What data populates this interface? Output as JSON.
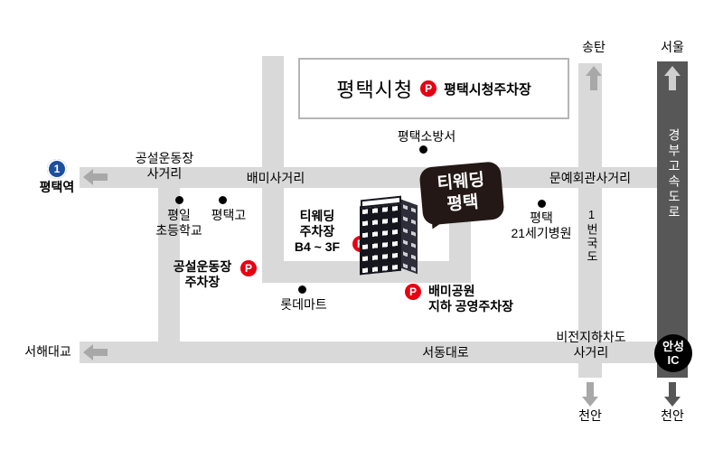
{
  "badges": {
    "p": "P"
  },
  "city_hall": {
    "name": "평택시청",
    "parking": "평택시청주차장"
  },
  "venue": {
    "bubble_line1": "티웨딩",
    "bubble_line2": "평택"
  },
  "parking": {
    "venue": {
      "line1": "티웨딩",
      "line2": "주차장",
      "line3": "B4 ~ 3F"
    },
    "stadium": {
      "line1": "공설운동장",
      "line2": "주차장"
    },
    "baemi": {
      "line1": "배미공원",
      "line2": "지하 공영주차장"
    }
  },
  "places": {
    "fire_station": "평택소방서",
    "elementary_line1": "평일",
    "elementary_line2": "초등학교",
    "highschool": "평택고",
    "hospital_line1": "평택",
    "hospital_line2": "21세기병원",
    "lotte_mart": "롯데마트"
  },
  "intersections": {
    "stadium_line1": "공설운동장",
    "stadium_line2": "사거리",
    "baemi": "배미사거리",
    "culture": "문예회관사거리",
    "vision_line1": "비전지하차도",
    "vision_line2": "사거리"
  },
  "roads": {
    "route1": "1번국도",
    "expressway": "경부고속도로",
    "seodong": "서동대로"
  },
  "destinations": {
    "songtan": "송탄",
    "seoul": "서울",
    "cheonan_route1": "천안",
    "cheonan_expressway": "천안",
    "seohae_bridge": "서해대교",
    "anseong_line1": "안성",
    "anseong_line2": "IC"
  },
  "station": {
    "line_number": "1",
    "name": "평택역"
  },
  "colors": {
    "road_gray": "#d9d9d9",
    "expressway_gray": "#575757",
    "parking_red": "#e60012",
    "bubble_dark": "#231815",
    "line1_blue": "#1d4f9e"
  }
}
